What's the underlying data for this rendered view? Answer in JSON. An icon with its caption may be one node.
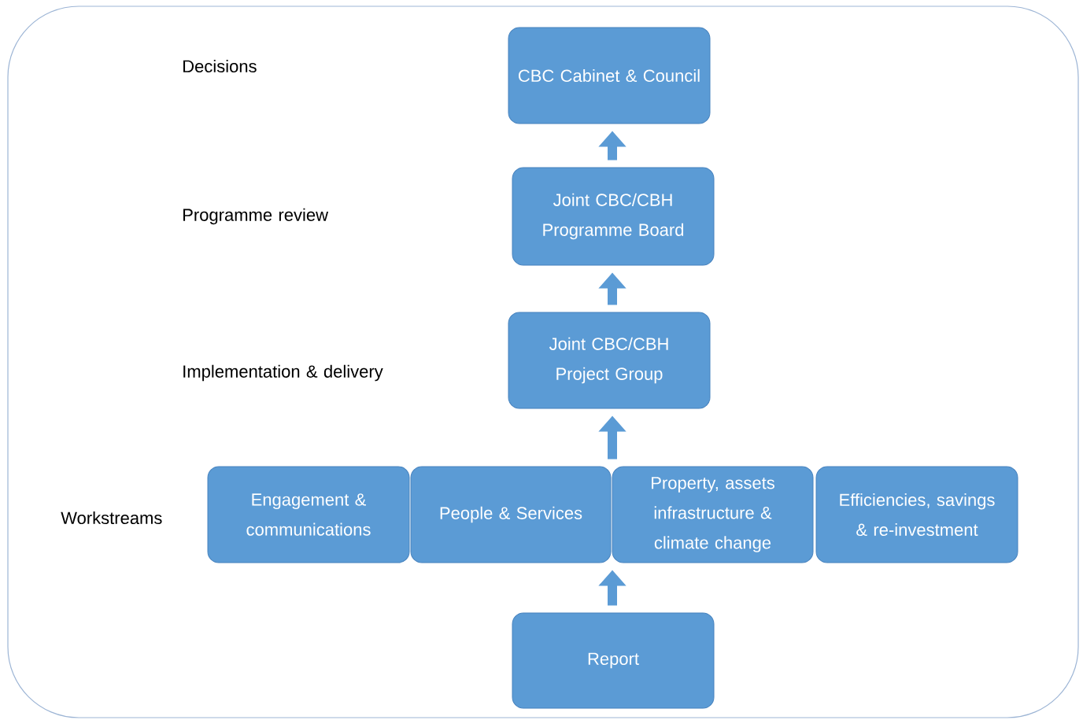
{
  "diagram": {
    "nodes": [
      {
        "text": [
          "CBC Cabinet & Council"
        ]
      },
      {
        "text": [
          "Joint CBC/CBH Programme Board"
        ]
      },
      {
        "text": [
          "Joint CBC/CBH Project Group"
        ]
      },
      {
        "text": [
          "Engagement & communications"
        ]
      },
      {
        "text": [
          "People & Services"
        ]
      },
      {
        "text": [
          "Property, assets infrastructure & climate change"
        ]
      },
      {
        "text": [
          "Efficiencies, savings & re-investment"
        ]
      },
      {
        "text": [
          "Report"
        ]
      }
    ],
    "edges": [
      {
        "from": 1,
        "to": 0,
        "arrow": "to"
      },
      {
        "from": 2,
        "to": 1,
        "arrow": "to"
      },
      {
        "from": 5,
        "to": 2,
        "arrow": "to"
      },
      {
        "from": 7,
        "to": 5,
        "arrow": "to"
      }
    ],
    "labels": [
      "Decisions",
      "Programme review",
      "Implementation & delivery",
      "Workstreams"
    ]
  }
}
